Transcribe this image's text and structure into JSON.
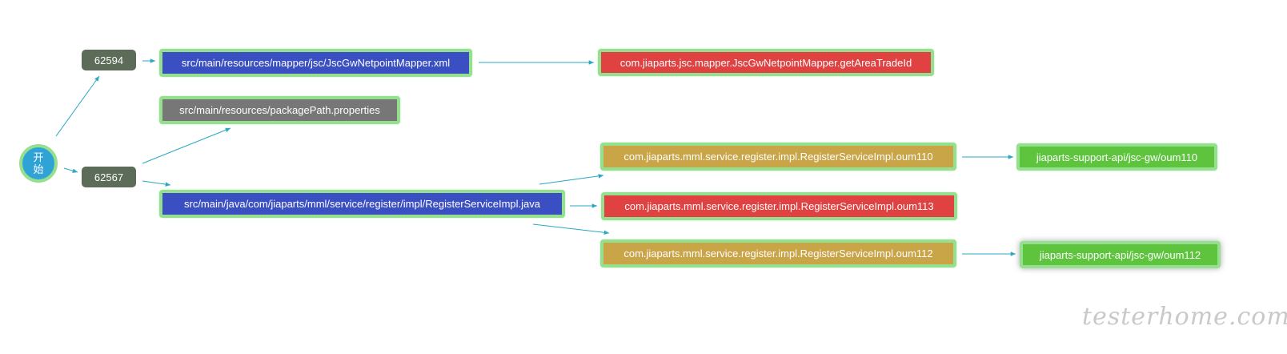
{
  "colors": {
    "edge": "#29a8c4",
    "frame": "#95e08f",
    "start": "#2fa3d6",
    "commit": "#5c6c58",
    "file": "#3a4fc2",
    "file_plain": "#777777",
    "method_red": "#e04141",
    "method_gold": "#c9a548",
    "api": "#5ec43e"
  },
  "start": {
    "line1": "开",
    "line2": "始"
  },
  "commits": [
    {
      "id": "62594"
    },
    {
      "id": "62567"
    }
  ],
  "files": [
    {
      "path": "src/main/resources/mapper/jsc/JscGwNetpointMapper.xml"
    },
    {
      "path": "src/main/resources/packagePath.properties"
    },
    {
      "path": "src/main/java/com/jiaparts/mml/service/register/impl/RegisterServiceImpl.java"
    }
  ],
  "methods": [
    {
      "name": "com.jiaparts.jsc.mapper.JscGwNetpointMapper.getAreaTradeId"
    },
    {
      "name": "com.jiaparts.mml.service.register.impl.RegisterServiceImpl.oum110"
    },
    {
      "name": "com.jiaparts.mml.service.register.impl.RegisterServiceImpl.oum113"
    },
    {
      "name": "com.jiaparts.mml.service.register.impl.RegisterServiceImpl.oum112"
    }
  ],
  "apis": [
    {
      "path": "jiaparts-support-api/jsc-gw/oum110"
    },
    {
      "path": "jiaparts-support-api/jsc-gw/oum112"
    }
  ],
  "watermark": "testerhome.com"
}
